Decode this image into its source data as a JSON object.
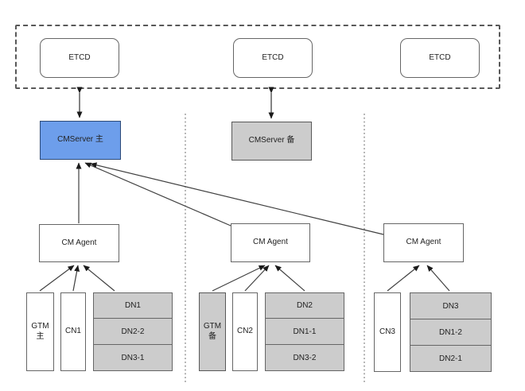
{
  "diagram_type": "database-cluster-architecture",
  "colors": {
    "primary_server_fill": "#6D9EEB",
    "standby_fill": "#CCCCCC",
    "primary_dn_fill": "#00CC00",
    "connector": "#444444"
  },
  "etcd_cluster": {
    "nodes": [
      {
        "label": "ETCD"
      },
      {
        "label": "ETCD"
      },
      {
        "label": "ETCD"
      }
    ]
  },
  "cm_servers": {
    "primary": {
      "label": "CMServer 主"
    },
    "standby": {
      "label": "CMServer 备"
    }
  },
  "cm_agents": [
    {
      "label": "CM Agent"
    },
    {
      "label": "CM Agent"
    },
    {
      "label": "CM Agent"
    }
  ],
  "hosts": [
    {
      "gtm": {
        "label": "GTM\n主"
      },
      "cn": {
        "label": "CN1"
      },
      "dns": [
        {
          "label": "DN1",
          "role": "primary"
        },
        {
          "label": "DN2-2",
          "role": "standby"
        },
        {
          "label": "DN3-1",
          "role": "standby"
        }
      ]
    },
    {
      "gtm": {
        "label": "GTM\n备"
      },
      "cn": {
        "label": "CN2"
      },
      "dns": [
        {
          "label": "DN2",
          "role": "primary"
        },
        {
          "label": "DN1-1",
          "role": "standby"
        },
        {
          "label": "DN3-2",
          "role": "standby"
        }
      ]
    },
    {
      "cn": {
        "label": "CN3"
      },
      "dns": [
        {
          "label": "DN3",
          "role": "primary"
        },
        {
          "label": "DN1-2",
          "role": "standby"
        },
        {
          "label": "DN2-1",
          "role": "standby"
        }
      ]
    }
  ]
}
